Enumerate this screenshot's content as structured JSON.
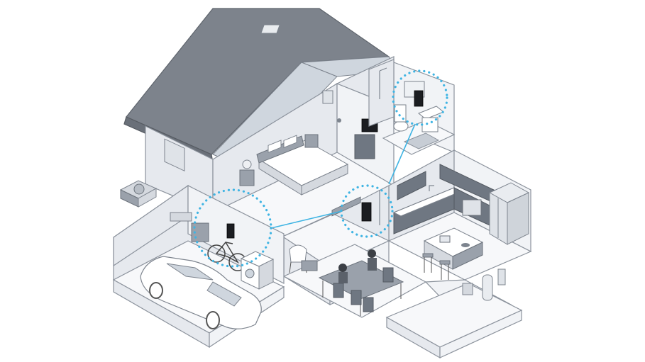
{
  "diagram": {
    "kind": "isometric house cutaway with mesh wifi nodes",
    "colors": {
      "mesh": "#3fb4e3",
      "roof": "#7d838c",
      "wall": "#e6e9ee",
      "router": "#1b1d21"
    },
    "rooms": [
      "garage",
      "bedroom",
      "bathroom",
      "living-room",
      "kitchen",
      "dining-room",
      "basement"
    ],
    "mesh_nodes": [
      "garage-node",
      "bathroom-node",
      "living-room-node"
    ],
    "icons": [
      "router-icon",
      "car-icon",
      "bicycle-icon",
      "bed-icon",
      "toilet-icon",
      "washer-icon",
      "dining-table-icon",
      "tv-icon",
      "refrigerator-icon",
      "ac-unit-icon"
    ]
  }
}
